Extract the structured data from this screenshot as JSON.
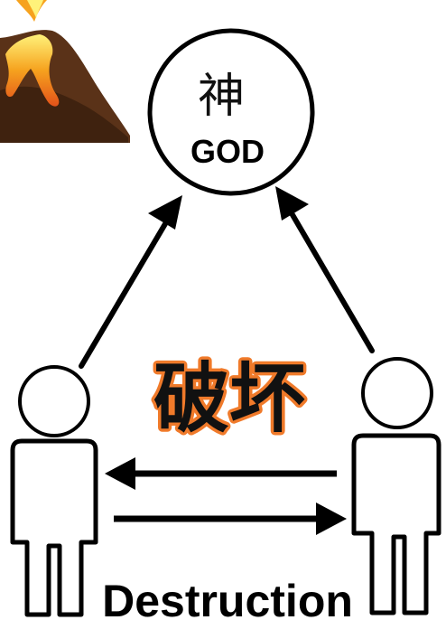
{
  "god": {
    "kanji": "神",
    "label": "GOD"
  },
  "center": {
    "kanji": "破坏"
  },
  "bottom": {
    "label": "Destruction"
  },
  "icons": {
    "volcano": "volcano-icon",
    "left_person": "person-icon",
    "right_person": "person-icon"
  },
  "colors": {
    "stroke": "#000000",
    "kanji_glow": "#f07a2a",
    "lava": "#f4a21e",
    "rock": "#5a3218"
  }
}
